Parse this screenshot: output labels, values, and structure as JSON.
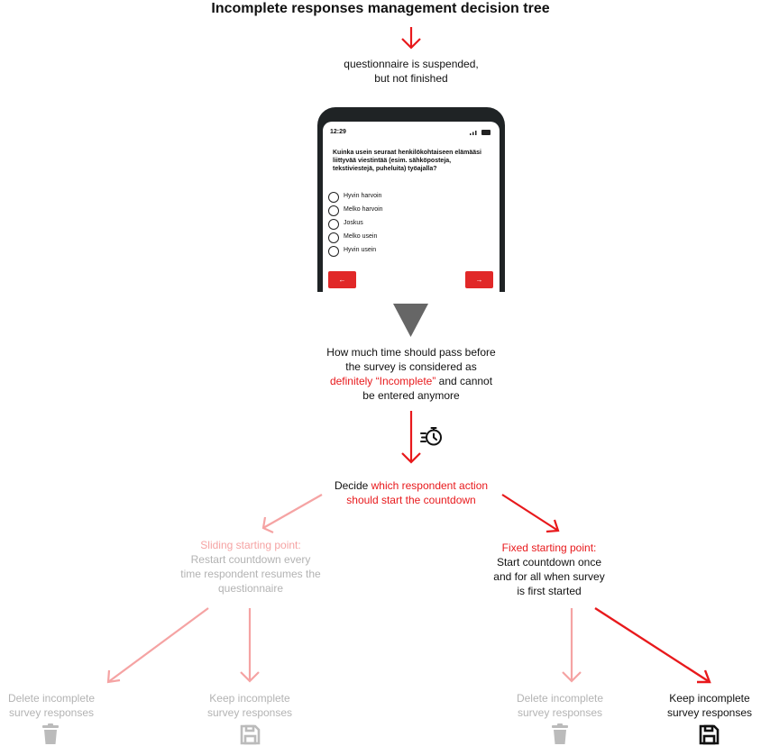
{
  "title": "Incomplete responses management decision tree",
  "start_node": "questionnaire is suspended, but not finished",
  "phone": {
    "time": "12:29",
    "question": "Kuinka usein seuraat henkilökohtaiseen elämääsi liittyvää viestintää (esim. sähköposteja, tekstiviestejä, puheluita) työajalla?",
    "options": [
      "Hyvin harvoin",
      "Melko harvoin",
      "Joskus",
      "Melko usein",
      "Hyvin usein"
    ],
    "prev_label": "←",
    "next_label": "→"
  },
  "time_question": {
    "line_a": "How much time should pass before",
    "line_b": "the survey is considered as",
    "highlight": "definitely “Incomplete”",
    "line_c": " and cannot",
    "line_d": "be entered anymore"
  },
  "decide": {
    "prefix": "Decide ",
    "highlight_a": "which respondent action",
    "highlight_b": "should start the countdown"
  },
  "sliding": {
    "heading": "Sliding starting point:",
    "line_a": "Restart countdown every",
    "line_b": "time respondent resumes the",
    "line_c": "questionnaire"
  },
  "fixed": {
    "heading": "Fixed starting point:",
    "line_a": "Start countdown once",
    "line_b": "and for all when survey",
    "line_c": "is first started"
  },
  "leaves": [
    {
      "line_a": "Delete incomplete",
      "line_b": "survey responses",
      "icon": "trash-icon",
      "active": false
    },
    {
      "line_a": "Keep incomplete",
      "line_b": "survey responses",
      "icon": "save-icon",
      "active": false
    },
    {
      "line_a": "Delete incomplete",
      "line_b": "survey responses",
      "icon": "trash-icon",
      "active": false
    },
    {
      "line_a": "Keep incomplete",
      "line_b": "survey responses",
      "icon": "save-icon",
      "active": true
    }
  ],
  "colors": {
    "active": "#e8191c",
    "faded_arrow": "#f5a3a3",
    "faded_text": "#b3b3b3",
    "faded_icon": "#bbbbbb",
    "triangle": "#666666"
  }
}
